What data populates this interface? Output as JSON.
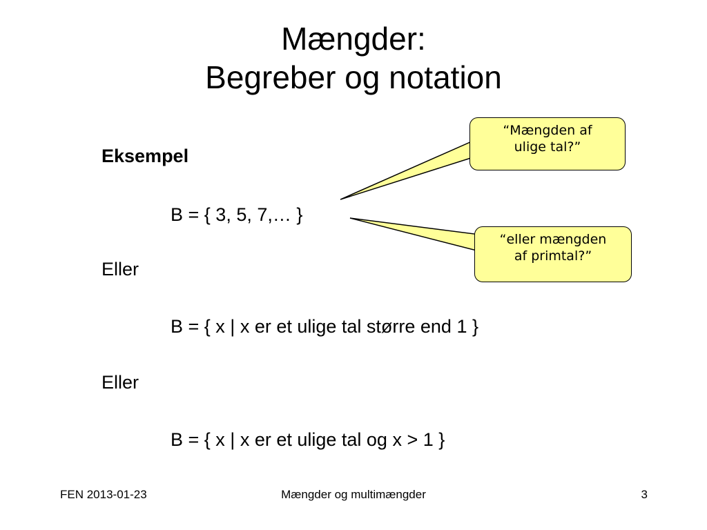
{
  "slide": {
    "title_line1": "Mængder:",
    "title_line2": "Begreber og notation",
    "heading": "Eksempel",
    "set_enumeration": "B = { 3, 5, 7,… }",
    "or_1": "Eller",
    "set_builder_1": "B = { x | x er et ulige tal større end 1 }",
    "or_2": "Eller",
    "set_builder_2": "B = { x | x er et ulige tal og x > 1 }"
  },
  "callouts": {
    "top_line1": "“Mængden af",
    "top_line2": "ulige tal?”",
    "bottom_line1": "“eller mængden",
    "bottom_line2": "af primtal?”",
    "fill_color": "#ffff99"
  },
  "footer": {
    "left": "FEN 2013-01-23",
    "center": "Mængder og multimængder",
    "page_number": "3"
  }
}
